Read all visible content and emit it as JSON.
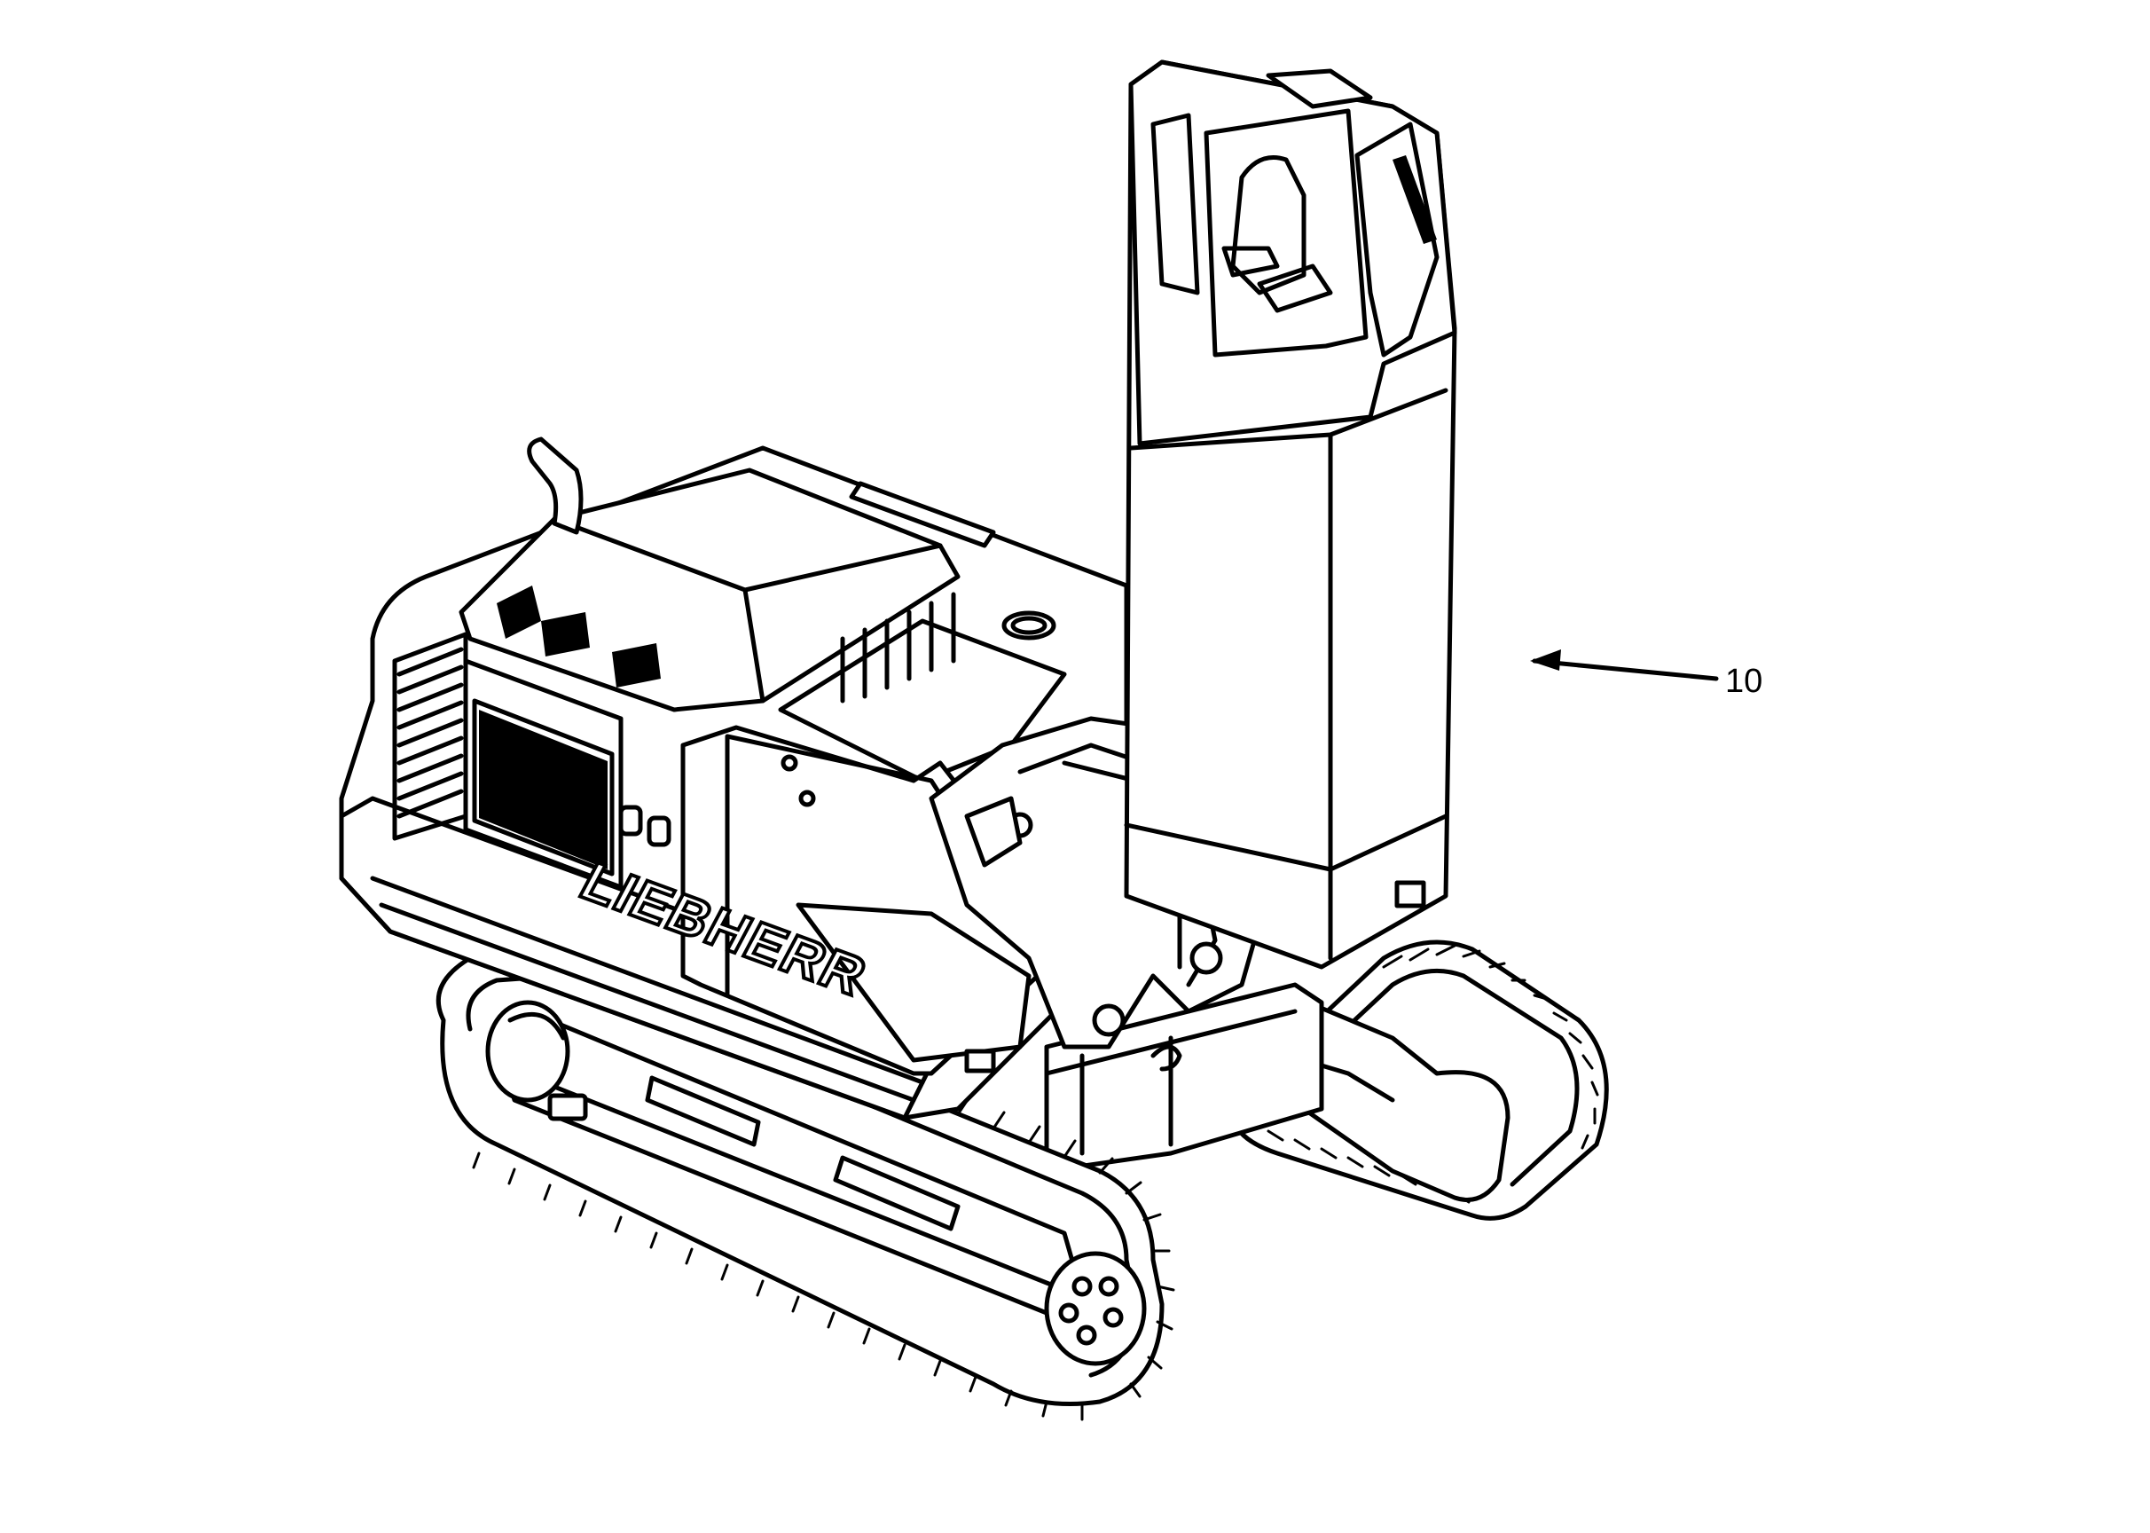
{
  "figure": {
    "brand_lettering": "LIEBHERR",
    "callouts": [
      {
        "label": "10",
        "target": "cab-riser"
      }
    ]
  },
  "colors": {
    "line": "#000000",
    "paper": "#ffffff"
  }
}
